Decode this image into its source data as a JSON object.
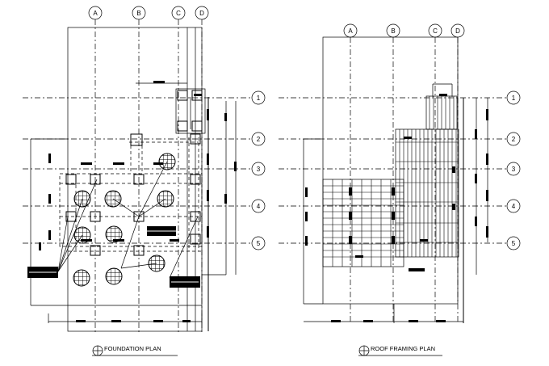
{
  "foundation_plan": {
    "title": "FOUNDATION PLAN",
    "column_grid": [
      "A",
      "B",
      "C",
      "D"
    ],
    "row_grid": [
      "1",
      "2",
      "3",
      "4",
      "5"
    ]
  },
  "roof_framing_plan": {
    "title": "ROOF FRAMING PLAN",
    "column_grid": [
      "A",
      "B",
      "C",
      "D"
    ],
    "row_grid": [
      "1",
      "2",
      "3",
      "4",
      "5"
    ]
  }
}
